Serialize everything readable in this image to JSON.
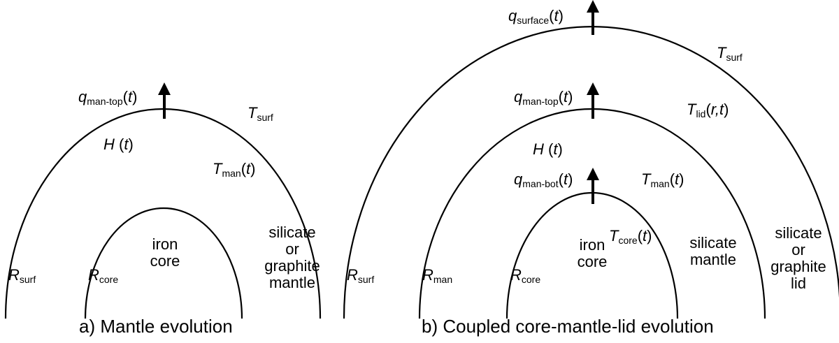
{
  "left": {
    "flux_top": {
      "sym": "q",
      "sub": "man-top",
      "arg": "t"
    },
    "t_surf": {
      "sym": "T",
      "sub": "surf"
    },
    "heat": {
      "sym": "H",
      "arg": "t"
    },
    "t_man": {
      "sym": "T",
      "sub": "man",
      "arg": "t"
    },
    "core_text": [
      "iron",
      "core"
    ],
    "mantle_text": [
      "silicate",
      "or",
      "graphite",
      "mantle"
    ],
    "r_surf": {
      "sym": "R",
      "sub": "surf"
    },
    "r_core": {
      "sym": "R",
      "sub": "core"
    },
    "caption": "a) Mantle evolution"
  },
  "right": {
    "flux_surface": {
      "sym": "q",
      "sub": "surface",
      "arg": "t"
    },
    "t_surf": {
      "sym": "T",
      "sub": "surf"
    },
    "flux_top": {
      "sym": "q",
      "sub": "man-top",
      "arg": "t"
    },
    "t_lid": {
      "sym": "T",
      "sub": "lid",
      "arg": "r,t"
    },
    "heat": {
      "sym": "H",
      "arg": "t"
    },
    "flux_bot": {
      "sym": "q",
      "sub": "man-bot",
      "arg": "t"
    },
    "t_man": {
      "sym": "T",
      "sub": "man",
      "arg": "t"
    },
    "t_core": {
      "sym": "T",
      "sub": "core",
      "arg": "t"
    },
    "core_text": [
      "iron",
      "core"
    ],
    "mantle_text": [
      "silicate",
      "mantle"
    ],
    "lid_text": [
      "silicate",
      "or",
      "graphite",
      "lid"
    ],
    "r_surf": {
      "sym": "R",
      "sub": "surf"
    },
    "r_man": {
      "sym": "R",
      "sub": "man"
    },
    "r_core": {
      "sym": "R",
      "sub": "core"
    },
    "caption": "b) Coupled core-mantle-lid evolution"
  }
}
